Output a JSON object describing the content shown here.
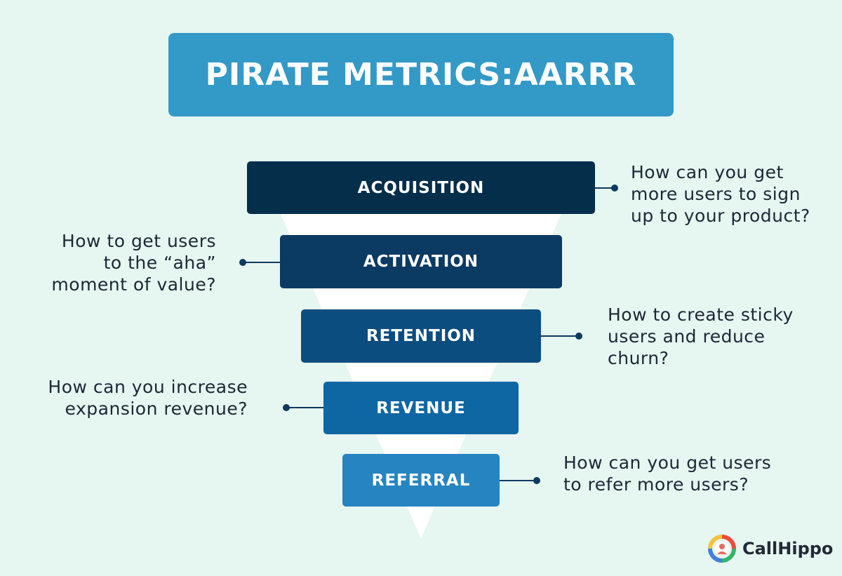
{
  "title": "PIRATE METRICS:AARRR",
  "colors": {
    "background": "#e6f6f1",
    "title_box": "#3399c7",
    "funnel": "#ffffff",
    "connector": "#0d3a5e",
    "question_text": "#1b2836"
  },
  "stages": [
    {
      "label": "ACQUISITION",
      "color": "#052e4b",
      "question": "How can you get\nmore users to sign\nup to your product?",
      "question_side": "right"
    },
    {
      "label": "ACTIVATION",
      "color": "#0b3a63",
      "question": "How to get users\nto the “aha”\nmoment of value?",
      "question_side": "left"
    },
    {
      "label": "RETENTION",
      "color": "#0c4d80",
      "question": "How to create sticky\nusers and reduce\nchurn?",
      "question_side": "right"
    },
    {
      "label": "REVENUE",
      "color": "#0e66a3",
      "question": "How can you increase\nexpansion revenue?",
      "question_side": "left"
    },
    {
      "label": "REFERRAL",
      "color": "#2684c0",
      "question": "How can you get users\nto refer more users?",
      "question_side": "right"
    }
  ],
  "logo": {
    "text": "CallHippo",
    "icon": "callhippo-logo-icon"
  }
}
